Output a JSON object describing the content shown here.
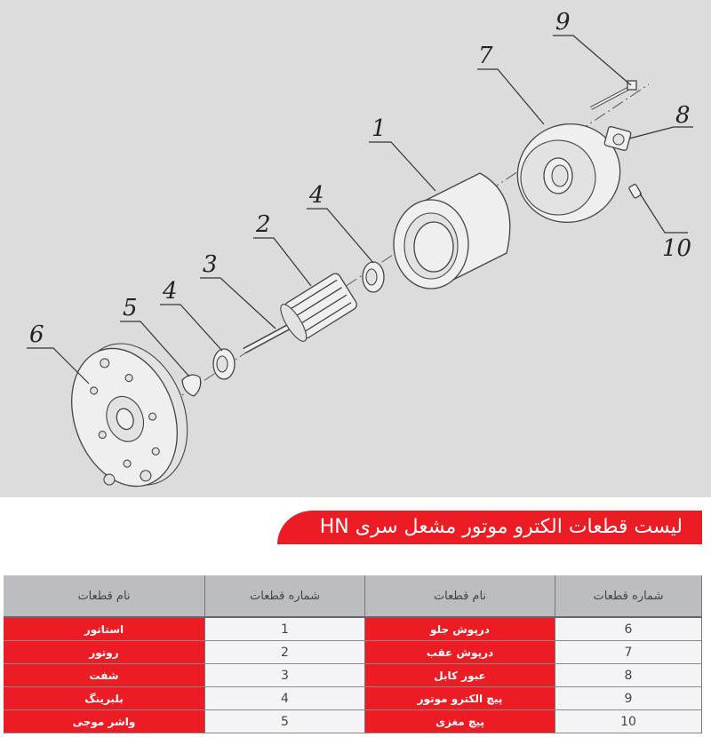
{
  "drawing": {
    "callouts": [
      "9",
      "7",
      "8",
      "10",
      "1",
      "4",
      "2",
      "3",
      "4",
      "5",
      "6"
    ]
  },
  "banner": {
    "title": "لیست قطعات الکترو موتور مشعل سری HN"
  },
  "table": {
    "headers": [
      "نام قطعات",
      "شماره قطعات",
      "نام قطعات",
      "شماره قطعات"
    ],
    "rows": [
      {
        "name_a": "استاتور",
        "num_a": "1",
        "name_b": "درپوش جلو",
        "num_b": "6"
      },
      {
        "name_a": "روتور",
        "num_a": "2",
        "name_b": "درپوش عقب",
        "num_b": "7"
      },
      {
        "name_a": "شفت",
        "num_a": "3",
        "name_b": "عبور کابل",
        "num_b": "8"
      },
      {
        "name_a": "بلبرینگ",
        "num_a": "4",
        "name_b": "پیچ الکترو موتور",
        "num_b": "9"
      },
      {
        "name_a": "واشر موجی",
        "num_a": "5",
        "name_b": "پیچ مغزی",
        "num_b": "10"
      }
    ]
  },
  "colors": {
    "accent": "#ec1c24",
    "header_bg": "#bcbdc0",
    "drawing_bg": "#dcdcdc"
  }
}
